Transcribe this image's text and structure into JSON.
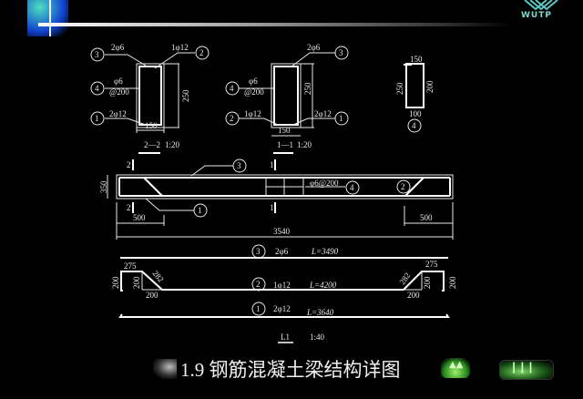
{
  "slide": {
    "title": "1.9 钢筋混凝土梁结构详图",
    "logo": "WUTP"
  },
  "section_2_2": {
    "title": "2—2",
    "scale": "1:20",
    "top_bar": "2φ6",
    "bent_bar": "1φ12",
    "stirrup_dia": "φ6",
    "stirrup_spacing": "@200",
    "bottom_bar": "2φ12",
    "width": "150",
    "height": "250",
    "marks": [
      "3",
      "4",
      "1",
      "2"
    ]
  },
  "section_1_1": {
    "title": "1—1",
    "scale": "1:20",
    "top_bar": "2φ6",
    "stirrup_dia": "φ6",
    "stirrup_spacing": "@200",
    "bent_bar": "1φ12",
    "bottom_bar": "2φ12",
    "width": "150",
    "height": "250",
    "marks": [
      "4",
      "2",
      "3",
      "1"
    ]
  },
  "stirrup_detail": {
    "mark": "4",
    "top": "150",
    "left": "250",
    "right": "200",
    "bottom": "100"
  },
  "elevation": {
    "height": "350",
    "stirrup_label": "φ6@200",
    "left_len": "500",
    "right_len": "500",
    "total_len": "3540",
    "cut_1": "1",
    "cut_2": "2",
    "marks": [
      "3",
      "4",
      "2",
      "1"
    ]
  },
  "bars": [
    {
      "mark": "3",
      "spec": "2φ6",
      "length": "L=3490"
    },
    {
      "mark": "2",
      "spec": "1φ12",
      "length": "L=4200",
      "dims": {
        "hook": "275",
        "leg": "200",
        "diag": "282",
        "horiz": "200"
      }
    },
    {
      "mark": "1",
      "spec": "2φ12",
      "length": "L=3640"
    }
  ],
  "drawing": {
    "name": "L1",
    "scale": "1:40"
  },
  "nav": {
    "prev": "prev-button",
    "next": "next-button"
  }
}
